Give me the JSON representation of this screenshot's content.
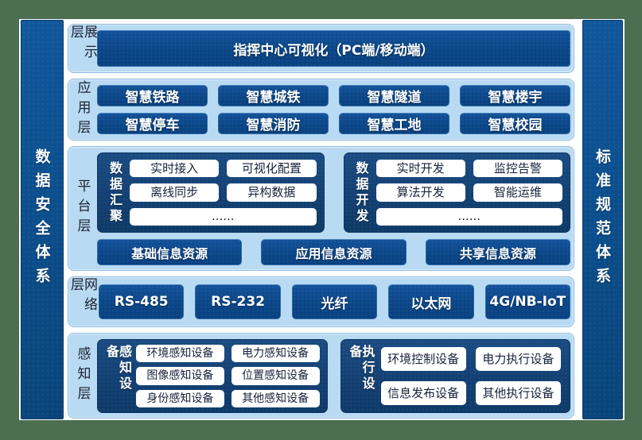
{
  "pillars": {
    "left": "数据安全体系",
    "right": "标准规范体系"
  },
  "layers": {
    "display": {
      "label": "展示层",
      "item": "指挥中心可视化（PC端/移动端）"
    },
    "application": {
      "label": "应用层",
      "items": [
        "智慧铁路",
        "智慧城铁",
        "智慧隧道",
        "智慧楼宇",
        "智慧停车",
        "智慧消防",
        "智慧工地",
        "智慧校园"
      ]
    },
    "platform": {
      "label": "平台层",
      "data_aggregation": {
        "label": "数据汇聚",
        "items": [
          "实时接入",
          "可视化配置",
          "离线同步",
          "异构数据"
        ],
        "more": "......"
      },
      "data_development": {
        "label": "数据开发",
        "items": [
          "实时开发",
          "监控告警",
          "算法开发",
          "智能运维"
        ],
        "more": "......"
      },
      "resources": [
        "基础信息资源",
        "应用信息资源",
        "共享信息资源"
      ]
    },
    "network": {
      "label": "网络层",
      "items": [
        "RS-485",
        "RS-232",
        "光纤",
        "以太网",
        "4G/NB-IoT"
      ]
    },
    "perception": {
      "label": "感知层",
      "sensing": {
        "label": "感知设备",
        "items": [
          "环境感知设备",
          "电力感知设备",
          "图像感知设备",
          "位置感知设备",
          "身份感知设备",
          "其他感知设备"
        ]
      },
      "execution": {
        "label": "执行设备",
        "items": [
          "环境控制设备",
          "电力执行设备",
          "信息发布设备",
          "其他执行设备"
        ]
      }
    }
  },
  "colors": {
    "canvas_green": "#4c6f52",
    "panel_light_blue": "#b8daf3",
    "button_dark_blue": "#0b4687",
    "subpanel_navy": "#123f71",
    "pillar_blue": "#0c4f8e"
  }
}
